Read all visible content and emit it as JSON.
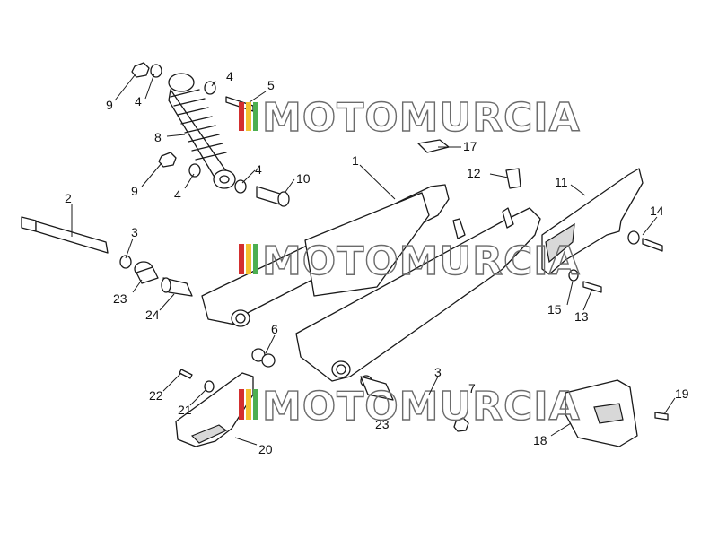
{
  "watermark": {
    "text": "MOTOMURCIA",
    "colors": [
      "#d32f2f",
      "#f2c230",
      "#4caf50",
      "#cccccc"
    ]
  },
  "callouts": {
    "c1": "1",
    "c2": "2",
    "c3a": "3",
    "c3b": "3",
    "c4a": "4",
    "c4b": "4",
    "c4c": "4",
    "c4d": "4",
    "c5": "5",
    "c6": "6",
    "c7": "7",
    "c8": "8",
    "c9a": "9",
    "c9b": "9",
    "c10": "10",
    "c11": "11",
    "c12": "12",
    "c13": "13",
    "c14": "14",
    "c15": "15",
    "c17": "17",
    "c18": "18",
    "c19": "19",
    "c20": "20",
    "c21": "21",
    "c22": "22",
    "c23a": "23",
    "c23b": "23",
    "c24": "24"
  }
}
